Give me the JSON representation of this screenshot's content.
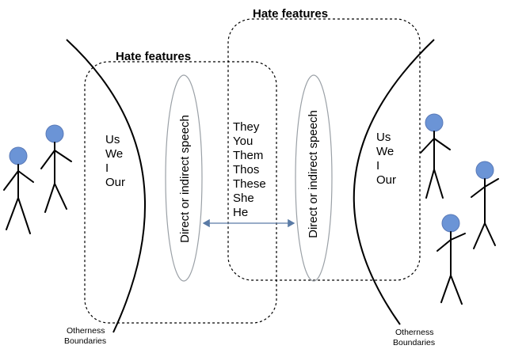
{
  "hate_features_left": "Hate features",
  "hate_features_right": "Hate features",
  "us_group_left": [
    "Us",
    "We",
    "I",
    "Our"
  ],
  "us_group_right": [
    "Us",
    "We",
    "I",
    "Our"
  ],
  "them_group": [
    "They",
    "You",
    "Them",
    "Thos",
    "These",
    "She",
    "He"
  ],
  "speech_left": "Direct or indirect speech",
  "speech_right": "Direct or indirect speech",
  "boundary_left": [
    "Otherness",
    "Boundaries"
  ],
  "boundary_right": [
    "Otherness",
    "Boundaries"
  ],
  "colors": {
    "figure_head": "#6b94d6",
    "arrow": "#5a7ba6",
    "ellipse_stroke": "#9aa0a6",
    "line": "#000000"
  },
  "icons": [
    "person-icon",
    "double-arrow-icon"
  ]
}
